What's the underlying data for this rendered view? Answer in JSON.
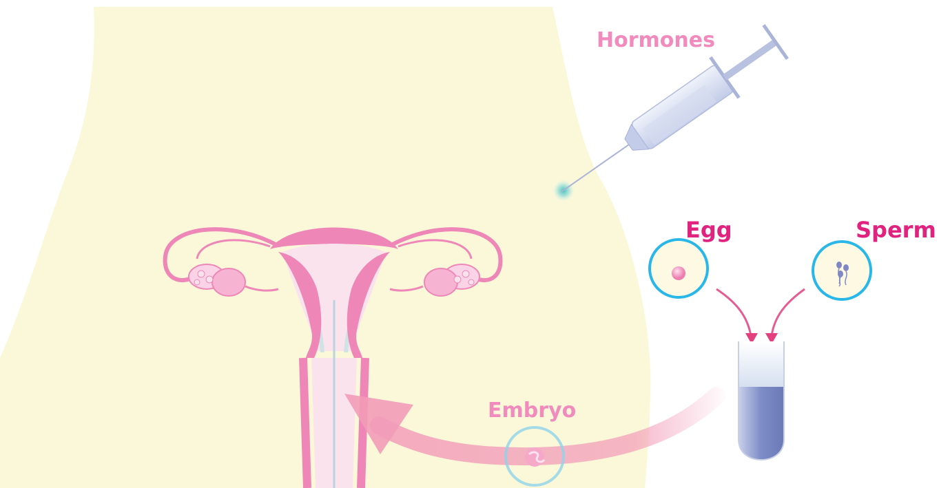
{
  "labels": {
    "hormones": "Hormones",
    "egg": "Egg",
    "sperm": "Sperm",
    "embryo": "Embryo"
  },
  "colors": {
    "body_fill": "#fbf8d9",
    "uterus_pink": "#ee87b8",
    "uterus_light": "#fbd3e6",
    "cervix_inner": "#dce9e6",
    "label_light_pink": "#f28bbd",
    "label_magenta": "#e0237f",
    "circle_cyan": "#29b6e8",
    "circle_fill": "#fdf9e2",
    "egg_pink": "#f48bb9",
    "sperm_blue": "#7f88c5",
    "injection_dot": "#4ec8c2",
    "arrow_magenta": "#e2407f",
    "embryo_arrow": "#f29bb8",
    "test_tube_liquid": "#7d8cc6",
    "syringe_body": "#d4dcef"
  },
  "icons": [
    "syringe-icon",
    "uterus-icon",
    "egg-icon",
    "sperm-icon",
    "test-tube-icon",
    "embryo-icon"
  ]
}
